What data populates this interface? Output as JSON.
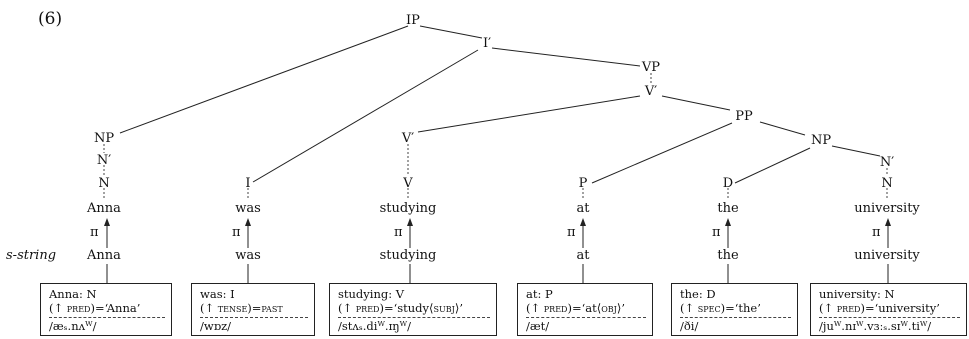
{
  "example_number": "(6)",
  "nodes": {
    "ip": "IP",
    "ibar": "I′",
    "vp": "VP",
    "vbar1": "V′",
    "pp": "PP",
    "vbar2": "V′",
    "np_obj": "NP",
    "nbar_obj": "N′",
    "n_obj": "N",
    "np_subj": "NP",
    "nbar_subj": "N′",
    "n_subj": "N",
    "i": "I",
    "v": "V",
    "p": "P",
    "d": "D"
  },
  "words": [
    "Anna",
    "was",
    "studying",
    "at",
    "the",
    "university"
  ],
  "pi": "π",
  "s_string_label": "s-string",
  "s_string": [
    "Anna",
    "was",
    "studying",
    "at",
    "the",
    "university"
  ],
  "entries": [
    {
      "head": "Anna: N",
      "pre": "(↑ ",
      "attr": "pred",
      "post": ")=‘Anna’",
      "phon": "/æₛ.nʌᵂ/"
    },
    {
      "head": "was: I",
      "pre": "(↑ ",
      "attr": "tense",
      "post": ")=",
      "val": "past",
      "phon": "/wɒz/"
    },
    {
      "head": "studying: V",
      "pre": "(↑ ",
      "attr": "pred",
      "post": ")=‘study⟨",
      "val": "subj",
      "post2": "⟩’",
      "phon": "/stʌₛ.diᵂ.ɪŋᵂ/"
    },
    {
      "head": "at: P",
      "pre": "(↑ ",
      "attr": "pred",
      "post": ")=‘at⟨",
      "val": "obj",
      "post2": "⟩’",
      "phon": "/æt/"
    },
    {
      "head": "the: D",
      "pre": "(↑ ",
      "attr": "spec",
      "post": ")=‘the’",
      "phon": "/ði/"
    },
    {
      "head": "university: N",
      "pre": "(↑ ",
      "attr": "pred",
      "post": ")=‘university’",
      "phon": "/juᵂ.nɪᵂ.vɜːₛ.sɪᵂ.tiᵂ/"
    }
  ]
}
